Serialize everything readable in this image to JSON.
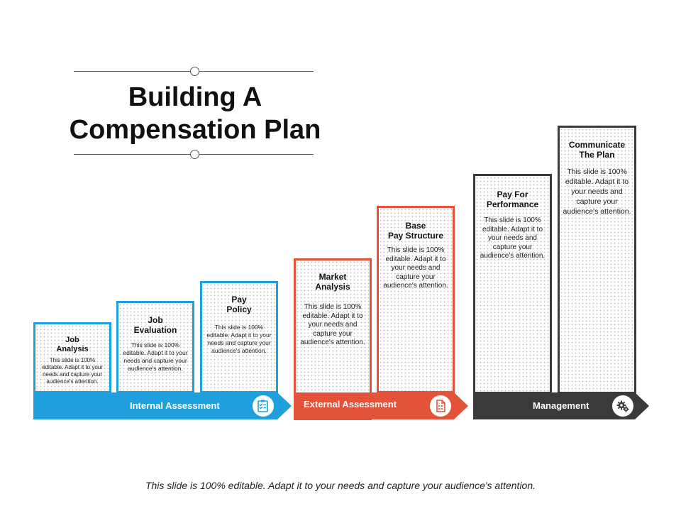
{
  "title": {
    "line1": "Building A",
    "line2": "Compensation Plan"
  },
  "colors": {
    "internal": "#1f9fdc",
    "external": "#e2533a",
    "management": "#3a3a3a"
  },
  "steps": [
    {
      "title_l1": "Job",
      "title_l2": "Analysis",
      "desc": "This slide is 100% editable.  Adapt it to your needs and capture your audience's attention."
    },
    {
      "title_l1": "Job",
      "title_l2": "Evaluation",
      "desc": "This slide is 100% editable. Adapt it to your needs and capture your audience's attention."
    },
    {
      "title_l1": "Pay",
      "title_l2": "Policy",
      "desc": "This slide is 100% editable. Adapt it to your needs and capture your audience's attention."
    },
    {
      "title_l1": "Market",
      "title_l2": "Analysis",
      "desc": "This slide is 100% editable.  Adapt it to your needs and capture your audience's attention."
    },
    {
      "title_l1": "Base",
      "title_l2": "Pay Structure",
      "desc": "This slide is 100% editable.  Adapt it to your needs and capture your audience's attention."
    },
    {
      "title_l1": "Pay For",
      "title_l2": "Performance",
      "desc": "This slide is 100% editable.  Adapt it to your needs and capture your audience's attention."
    },
    {
      "title_l1": "Communicate",
      "title_l2": "The Plan",
      "desc": "This slide is 100% editable. Adapt it to your needs and capture your audience's attention."
    }
  ],
  "groups": {
    "internal": {
      "label": "Internal Assessment",
      "icon": "checklist-icon"
    },
    "external": {
      "label": "External Assessment",
      "icon": "document-icon"
    },
    "management": {
      "label": "Management",
      "icon": "gears-icon"
    }
  },
  "footer": "This slide is 100% editable. Adapt it to your needs and capture your audience's attention."
}
